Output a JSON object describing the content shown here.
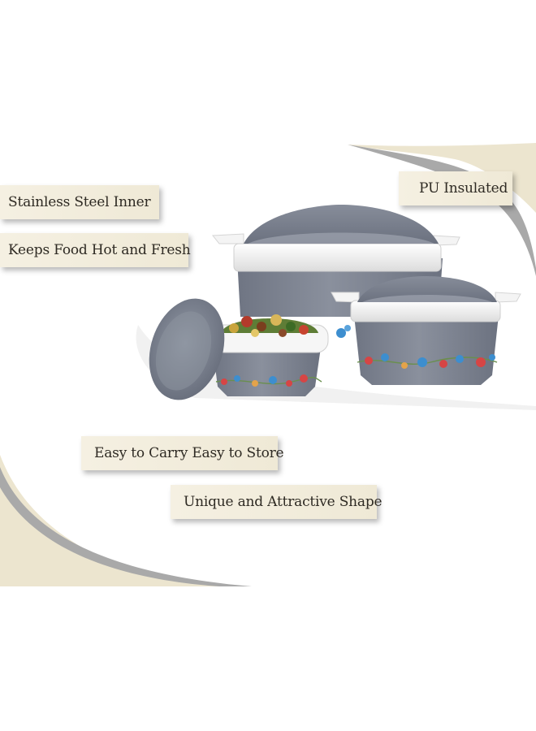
{
  "features": {
    "stainless_steel_inner": "Stainless Steel Inner",
    "keeps_food_hot": "Keeps Food Hot and Fresh",
    "pu_insulated": "PU Insulated",
    "easy_carry_store": "Easy to Carry Easy to Store",
    "unique_shape": "Unique and Attractive Shape"
  },
  "colors": {
    "casserole_gray": "#7c8290",
    "lid_white": "#f3f3f3",
    "tag_cream": "#f2eddd",
    "swoosh_cream": "#ece5cf",
    "swoosh_gray": "#a9a9a9"
  }
}
